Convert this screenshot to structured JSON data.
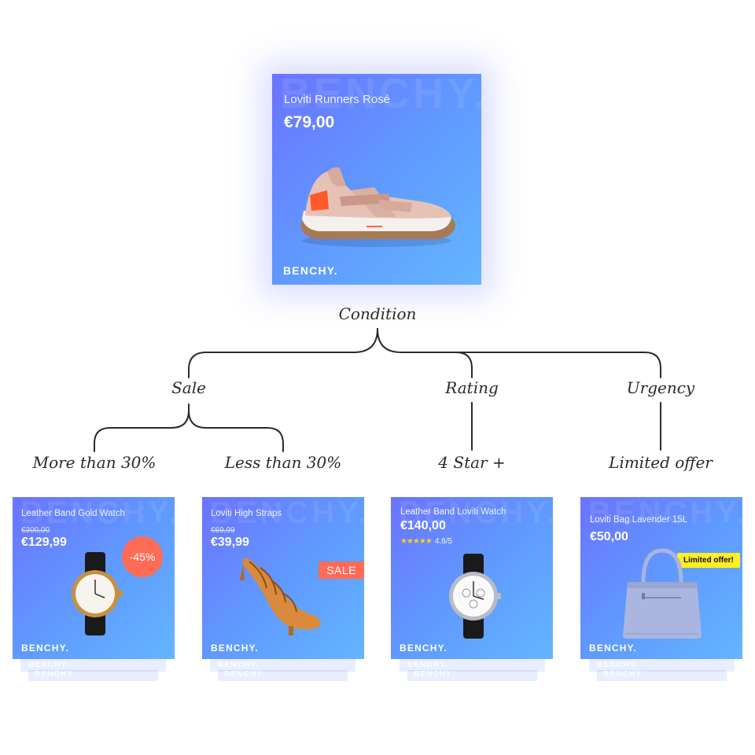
{
  "diagram": {
    "root_label": "Condition",
    "branches": [
      {
        "label": "Sale",
        "children": [
          "More than 30%",
          "Less than 30%"
        ]
      },
      {
        "label": "Rating",
        "children": [
          "4 Star +"
        ]
      },
      {
        "label": "Urgency",
        "children": [
          "Limited offer"
        ]
      }
    ]
  },
  "brand": "BENCHY.",
  "main_card": {
    "title": "Loviti Runners Rosé",
    "price": "€79,00",
    "watermark": "BENCHY."
  },
  "cards": [
    {
      "title": "Leather Band Gold Watch",
      "old_price": "€300,00",
      "price": "€129,99",
      "badge": "-45%"
    },
    {
      "title": "Loviti High Straps",
      "old_price": "€69,99",
      "price": "€39,99",
      "badge": "SALE"
    },
    {
      "title": "Leather Band Loviti Watch",
      "price": "€140,00",
      "rating_stars": "★★★★★",
      "rating_value": "4,8/5",
      "rating": 4.8
    },
    {
      "title": "Loviti Bag Lavender 15L",
      "price": "€50,00",
      "badge": "Limited offer!"
    }
  ],
  "colors": {
    "card_start": "#6b73ff",
    "card_end": "#64b5ff",
    "badge_red": "#ff6b57",
    "badge_yellow": "#ffee22",
    "star": "#ffcc22"
  }
}
